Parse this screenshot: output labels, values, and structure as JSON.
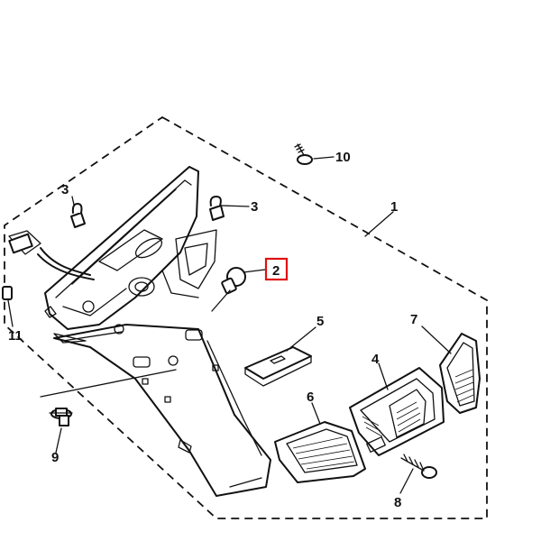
{
  "diagram": {
    "callouts": [
      {
        "id": "c1",
        "text": "1"
      },
      {
        "id": "c2",
        "text": "2",
        "highlighted": true
      },
      {
        "id": "c3a",
        "text": "3"
      },
      {
        "id": "c3b",
        "text": "3"
      },
      {
        "id": "c4",
        "text": "4"
      },
      {
        "id": "c5",
        "text": "5"
      },
      {
        "id": "c6",
        "text": "6"
      },
      {
        "id": "c7",
        "text": "7"
      },
      {
        "id": "c8",
        "text": "8"
      },
      {
        "id": "c9",
        "text": "9"
      },
      {
        "id": "c10",
        "text": "10"
      },
      {
        "id": "c11",
        "text": "11"
      }
    ],
    "highlight_color": "#e01010"
  }
}
